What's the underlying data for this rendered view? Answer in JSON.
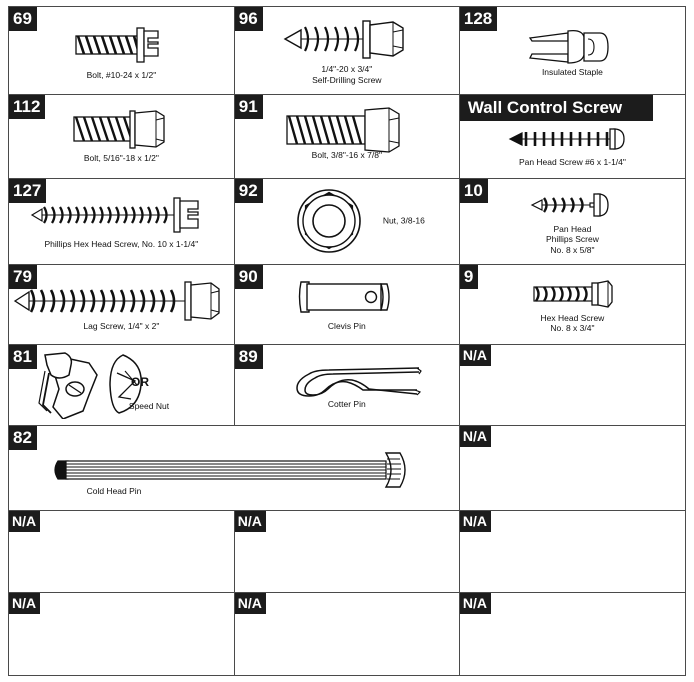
{
  "document": {
    "title": "Hardware Parts Identification Chart",
    "na_label": "N/A"
  },
  "parts": [
    {
      "badge": "69",
      "badge_type": "number",
      "caption": "Bolt, #10-24 x 1/2\"",
      "icon": "hex-flange-bolt-icon",
      "caption_position": "below"
    },
    {
      "badge": "96",
      "badge_type": "number",
      "caption": "1/4\"-20 x 3/4\"\nSelf-Drilling Screw",
      "icon": "self-drilling-screw-icon",
      "caption_position": "below"
    },
    {
      "badge": "128",
      "badge_type": "number",
      "caption": "Insulated Staple",
      "icon": "insulated-staple-icon",
      "caption_position": "below"
    },
    {
      "badge": "112",
      "badge_type": "number",
      "caption": "Bolt, 5/16\"-18 x 1/2\"",
      "icon": "hex-bolt-icon",
      "caption_position": "below"
    },
    {
      "badge": "91",
      "badge_type": "number",
      "caption": "Bolt, 3/8\"-16 x 7/8\"",
      "icon": "hex-bolt-long-icon",
      "caption_position": "below"
    },
    {
      "badge": "Wall Control Screw",
      "badge_type": "title",
      "caption": "Pan Head Screw #6 x 1-1/4\"",
      "icon": "pan-head-screw-icon",
      "caption_position": "below"
    },
    {
      "badge": "127",
      "badge_type": "number",
      "caption": "Phillips Hex Head Screw, No. 10 x 1-1/4\"",
      "icon": "phillips-hex-head-screw-icon",
      "caption_position": "below"
    },
    {
      "badge": "92",
      "badge_type": "number",
      "caption": "Nut, 3/8-16",
      "icon": "hex-nut-icon",
      "caption_position": "right"
    },
    {
      "badge": "10",
      "badge_type": "number",
      "caption": "Pan Head\nPhillips Screw\nNo. 8 x 5/8\"",
      "icon": "pan-head-phillips-screw-icon",
      "caption_position": "below"
    },
    {
      "badge": "79",
      "badge_type": "number",
      "caption": "Lag Screw, 1/4\" x 2\"",
      "icon": "lag-screw-icon",
      "caption_position": "below"
    },
    {
      "badge": "90",
      "badge_type": "number",
      "caption": "Clevis Pin",
      "icon": "clevis-pin-icon",
      "caption_position": "below"
    },
    {
      "badge": "9",
      "badge_type": "number",
      "caption": "Hex Head Screw\nNo. 8 x 3/4\"",
      "icon": "hex-head-screw-small-icon",
      "caption_position": "below"
    },
    {
      "badge": "81",
      "badge_type": "number",
      "caption": "Speed Nut",
      "alternate_label": "OR",
      "icon": "speed-nut-icon",
      "caption_position": "below"
    },
    {
      "badge": "89",
      "badge_type": "number",
      "caption": "Cotter Pin",
      "icon": "cotter-pin-icon",
      "caption_position": "below"
    },
    {
      "badge": "N/A",
      "badge_type": "na",
      "caption": "",
      "icon": "",
      "caption_position": "below"
    },
    {
      "badge": "82",
      "badge_type": "number",
      "caption": "Cold Head Pin",
      "icon": "cold-head-pin-icon",
      "caption_position": "below"
    },
    {
      "badge": "N/A",
      "badge_type": "na",
      "caption": "",
      "icon": "",
      "caption_position": "below"
    },
    {
      "badge": "N/A",
      "badge_type": "na",
      "caption": "",
      "icon": "",
      "caption_position": "below"
    },
    {
      "badge": "N/A",
      "badge_type": "na",
      "caption": "",
      "icon": "",
      "caption_position": "below"
    },
    {
      "badge": "N/A",
      "badge_type": "na",
      "caption": "",
      "icon": "",
      "caption_position": "below"
    },
    {
      "badge": "N/A",
      "badge_type": "na",
      "caption": "",
      "icon": "",
      "caption_position": "below"
    },
    {
      "badge": "N/A",
      "badge_type": "na",
      "caption": "",
      "icon": "",
      "caption_position": "below"
    },
    {
      "badge": "N/A",
      "badge_type": "na",
      "caption": "",
      "icon": "",
      "caption_position": "below"
    }
  ],
  "colors": {
    "badge_background": "#1c1c1c",
    "badge_text": "#ffffff",
    "border": "#4a4a4a",
    "artwork": "#111111",
    "page_background": "#ffffff"
  }
}
